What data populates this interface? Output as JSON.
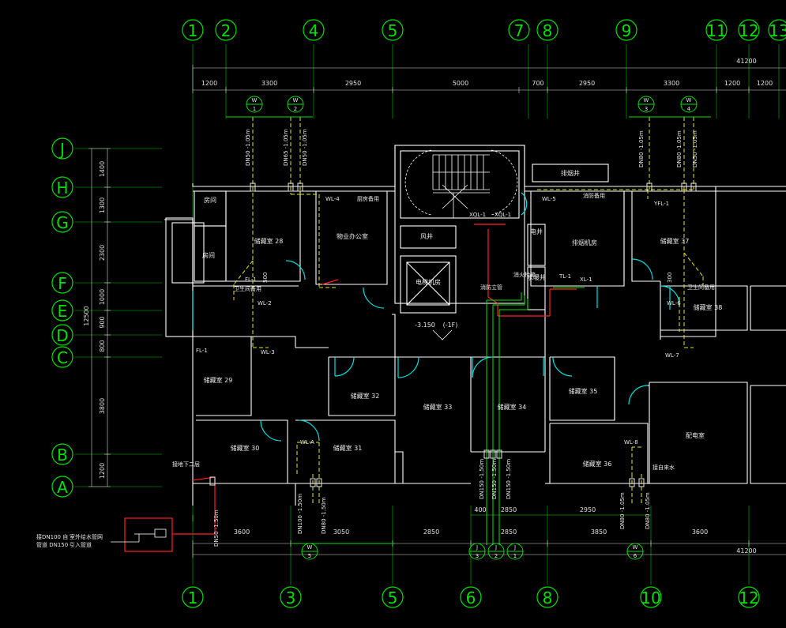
{
  "colors": {
    "background": "#000000",
    "wall": "#ffffff",
    "grid_axis": "#00e000",
    "dimension": "#ffffff",
    "pipe_dashed": "#e8e800",
    "pipe_red": "#ff2020",
    "pipe_green": "#00e000",
    "door": "#00e0e0"
  },
  "top_grid": [
    "1",
    "2",
    "4",
    "5",
    "7",
    "8",
    "9",
    "11",
    "12",
    "13"
  ],
  "bottom_grid": [
    "1",
    "3",
    "5",
    "6",
    "8",
    "10",
    "12"
  ],
  "left_grid": [
    "J",
    "H",
    "G",
    "F",
    "E",
    "D",
    "C",
    "B",
    "A"
  ],
  "top_total": "41200",
  "bottom_total": "41200",
  "top_dims": [
    "1200",
    "3300",
    "2950",
    "5000",
    "700",
    "2950",
    "3300",
    "1200",
    "1200"
  ],
  "bottom_dims": [
    "3600",
    "3050",
    "2850",
    "2850",
    "3850",
    "3600"
  ],
  "bottom_dims_small": [
    "400",
    "2850",
    "2950"
  ],
  "left_dims": [
    "1400",
    "1300",
    "2300",
    "1000",
    "900",
    "800",
    "3800",
    "1200"
  ],
  "left_total": "12500",
  "rooms": {
    "r28": "储藏室 28",
    "r29": "储藏室 29",
    "r30": "储藏室 30",
    "r31": "储藏室 31",
    "r32": "储藏室 32",
    "r33": "储藏室 33",
    "r34": "储藏室 34",
    "r35": "储藏室 35",
    "r36": "储藏室 36",
    "r37": "储藏室 37",
    "r38": "储藏室 38",
    "office": "物业办公室",
    "fan_room": "排烟机房",
    "well": "排烟井",
    "dist": "配电室",
    "duct": "风井",
    "elev": "电梯机房",
    "room_a": "房间",
    "room_b": "房间",
    "elec_well": "电井",
    "water_well": "水暖井",
    "level": "-3.150",
    "level_note": "(-1F)"
  },
  "pipes": {
    "wl4": "WL-4",
    "wl2": "WL-2",
    "wl3": "WL-3",
    "wl5": "WL-5",
    "wl6": "WL-6",
    "wl7": "WL-7",
    "wl8": "WL-8",
    "wla": "WL-A",
    "yl1": "YFL-1",
    "xl1": "XL-1",
    "fl1": "FL-1",
    "fl1b": "FL-1",
    "xql": "XQL-1",
    "tl1": "TL-1",
    "note_left": "接地下二层",
    "note_right": "接自来水",
    "note_kit": "厨房备用",
    "note_wash": "卫生间备用",
    "note_wash2": "卫生间备用",
    "note_fan": "消防备用",
    "note_fire": "消防立管",
    "note_hyd": "消火栓箱",
    "pipe_dn50a": "DN50 -1.05m",
    "pipe_dn65": "DN65 -1.05m",
    "pipe_dn50b": "DN50 -1.05m",
    "pipe_dn80a": "DN80 -1.05m",
    "pipe_dn80b": "DN80 -1.05m",
    "pipe_dn50c": "DN50 -1.05m",
    "pipe_dn150a": "DN150 -1.50m",
    "pipe_dn150b": "DN150 -1.50m",
    "pipe_dn150c": "DN150 -1.50m",
    "pipe_dn100": "DN100 -1.50m",
    "pipe_dn80c": "DN80 -1.50m",
    "pipe_dn50d": "DN50 -1.50m",
    "pipe_dn80d": "DN80 -1.05m",
    "pipe_dn80e": "DN80 -1.05m",
    "legend1": "DN50 -1.50m",
    "legend_a": "接DN100 自",
    "legend_b": "室外给水管网",
    "legend_c": "管道 DN150",
    "legend_d": "引入管道",
    "vert_500": "500",
    "vert_300": "300",
    "bubble_w": "W",
    "bubble_j": "J"
  },
  "outlet_bubbles_top": [
    "1",
    "2",
    "3",
    "4"
  ],
  "outlet_bubbles_bottom": [
    "5",
    "6"
  ],
  "j_bubbles": [
    "3",
    "2",
    "1"
  ]
}
